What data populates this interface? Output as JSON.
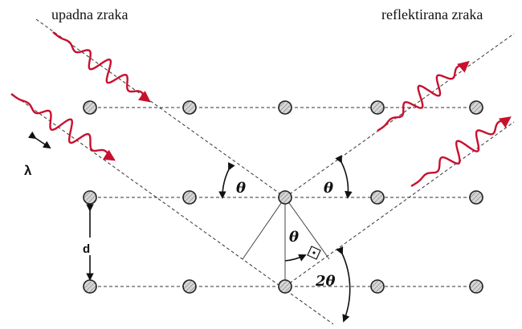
{
  "labels": {
    "incident": "upadna zraka",
    "reflected": "reflektirana zraka",
    "wavelength": "λ",
    "spacing": "d",
    "theta": "θ",
    "two_theta": "2θ",
    "right_angle_mark": "·"
  },
  "lattice": {
    "rows": 3,
    "columns": 5
  },
  "colors": {
    "wave": "#c8102e",
    "atom_fill": "#d0d0d0",
    "atom_stroke": "#222222",
    "dashed_line": "#333333"
  }
}
